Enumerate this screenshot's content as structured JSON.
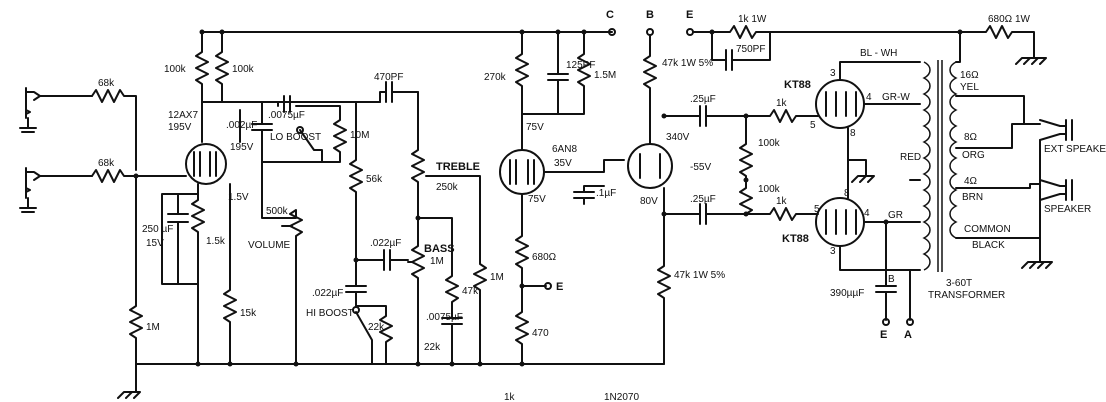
{
  "labels": {
    "in_r1": "68k",
    "in_r2": "68k",
    "grid_r": "1M",
    "v1_plate_r_a": "100k",
    "v1_plate_r_b": "100k",
    "v1_type": "12AX7",
    "v1_plate_v": "195V",
    "v1_plate_v2": "195V",
    "cath_cap": "250 µF",
    "cath_cap_v": "15V",
    "cath_r": "1.5k",
    "cath_v": "1.5V",
    "cap_002": ".002µF",
    "cap_0075": ".0075µF",
    "lo_boost": "LO BOOST",
    "r_10m": "10M",
    "vol_pot": "500k",
    "vol_label": "VOLUME",
    "r_15k": "15k",
    "cap_470": "470PF",
    "r_56k": "56k",
    "treble_label": "TREBLE",
    "treble_val": "250k",
    "cap_022": ".022µF",
    "bass_label": "BASS",
    "bass_val": "1M",
    "r_47k_b": "47k",
    "cap_0075b": ".0075µF",
    "r_22k": "22k",
    "cap_022b": ".022µF",
    "hi_boost": "HI BOOST",
    "r_22k_b": "22k",
    "r_1m_b": "1M",
    "r_270k": "270k",
    "cap_125": "125PF",
    "r_15m": "1.5M",
    "v2_type": "6AN8",
    "v2_v1": "75V",
    "v2_v2": "35V",
    "v2_v3": "75V",
    "cap_1uf": ".1µF",
    "r_680": "680Ω",
    "r_470": "470",
    "term_c": "C",
    "term_b": "B",
    "term_e": "E",
    "term_e2": "E",
    "r_47k_1w": "47k 1W 5%",
    "v3_v1": "340V",
    "v3_v2": "80V",
    "bias_v": "-55V",
    "cap_25a": ".25µF",
    "cap_25b": ".25µF",
    "r_1k_a": "1k",
    "r_1k_b": "1k",
    "r_100k_a": "100k",
    "r_100k_b": "100k",
    "r_47k_1w_b": "47k 1W 5%",
    "fb_r": "1k 1W",
    "fb_c": "750PF",
    "out_tube": "KT88",
    "out_tube2": "KT88",
    "pin_5": "5",
    "pin_4": "4",
    "pin_8": "8",
    "pin_3": "3",
    "xfmr_bl": "BL - WH",
    "xfmr_grw": "GR-W",
    "xfmr_red": "RED",
    "xfmr_gr": "GR",
    "xfmr_b": "B",
    "r_680_1w": "680Ω 1W",
    "tap_16": "16Ω",
    "tap_16c": "YEL",
    "tap_8": "8Ω",
    "tap_8c": "ORG",
    "tap_4": "4Ω",
    "tap_4c": "BRN",
    "common": "COMMON",
    "common_c": "BLACK",
    "ext_speaker": "EXT SPEAKER",
    "speaker": "SPEAKER",
    "xfmr_name": "3-60T",
    "xfmr_type": "TRANSFORMER",
    "cap_390": "390µµF",
    "term_e3": "E",
    "term_a": "A",
    "bottom_1k": "1k",
    "bottom_diode": "1N2070"
  }
}
